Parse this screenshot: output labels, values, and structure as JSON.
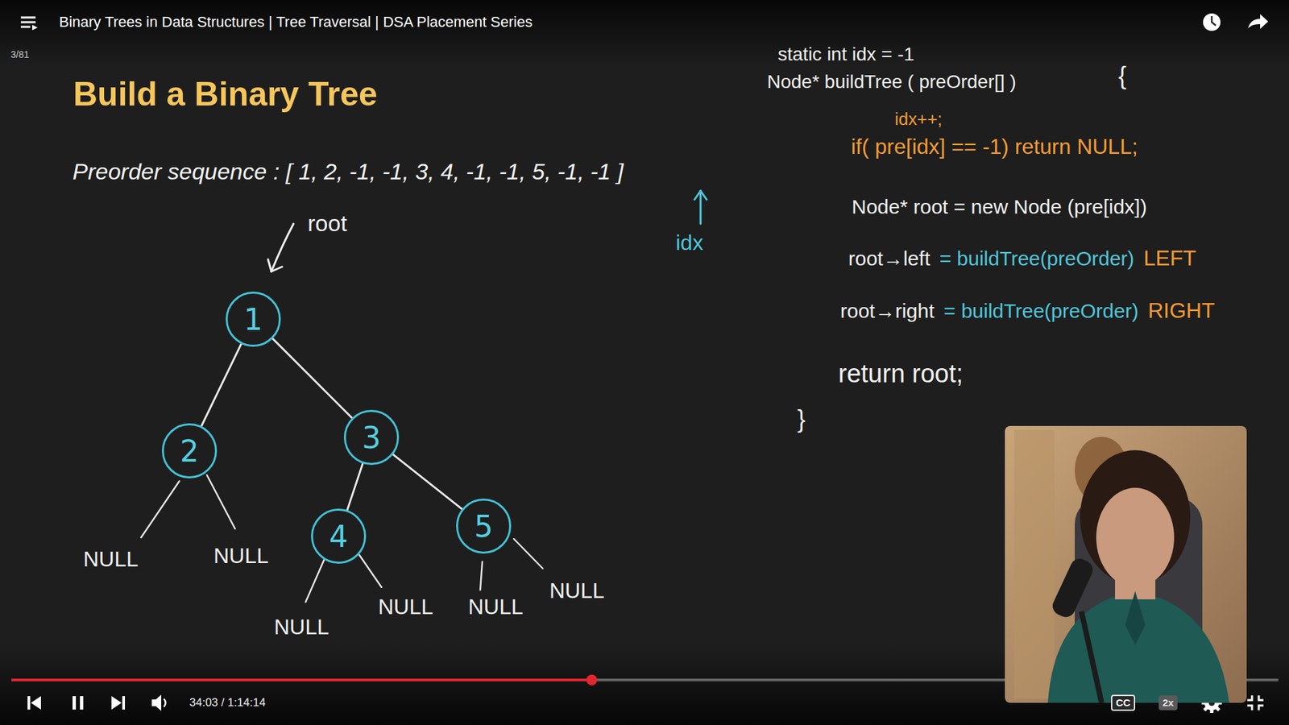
{
  "diagram": {
    "title": "Build a Binary Tree",
    "nodes": [
      {
        "text": [
          "1"
        ]
      },
      {
        "text": [
          "2"
        ]
      },
      {
        "text": [
          "3"
        ]
      },
      {
        "text": [
          "4"
        ]
      },
      {
        "text": [
          "5"
        ]
      },
      {
        "text": [
          "CC"
        ]
      },
      {
        "text": [
          "2x"
        ]
      }
    ],
    "edges": [
      {
        "from": 0,
        "to": 1,
        "arrow": "none"
      },
      {
        "from": 0,
        "to": 2,
        "arrow": "none"
      },
      {
        "from": 2,
        "to": 3,
        "arrow": "none"
      },
      {
        "from": 2,
        "to": 4,
        "arrow": "none"
      }
    ],
    "labels": [
      "Binary Trees in Data Structures | Tree Traversal | DSA Placement Series",
      "3/81",
      "Preorder sequence : [ 1, 2, -1, -1, 3, 4, -1, -1, 5, -1, -1 ]",
      "root",
      "idx",
      "NULL",
      "NULL",
      "NULL",
      "NULL",
      "NULL",
      "NULL",
      "static int idx = -1",
      "Node* buildTree ( preOrder[] )",
      "{",
      "idx++;",
      "if( pre[idx] == -1) return NULL;",
      "Node* root = new Node (pre[idx])",
      "root→left",
      "= buildTree(preOrder)",
      "LEFT",
      "root→right",
      "= buildTree(preOrder)",
      "RIGHT",
      "return root;",
      "}",
      "34:03 / 1:14:14"
    ]
  }
}
